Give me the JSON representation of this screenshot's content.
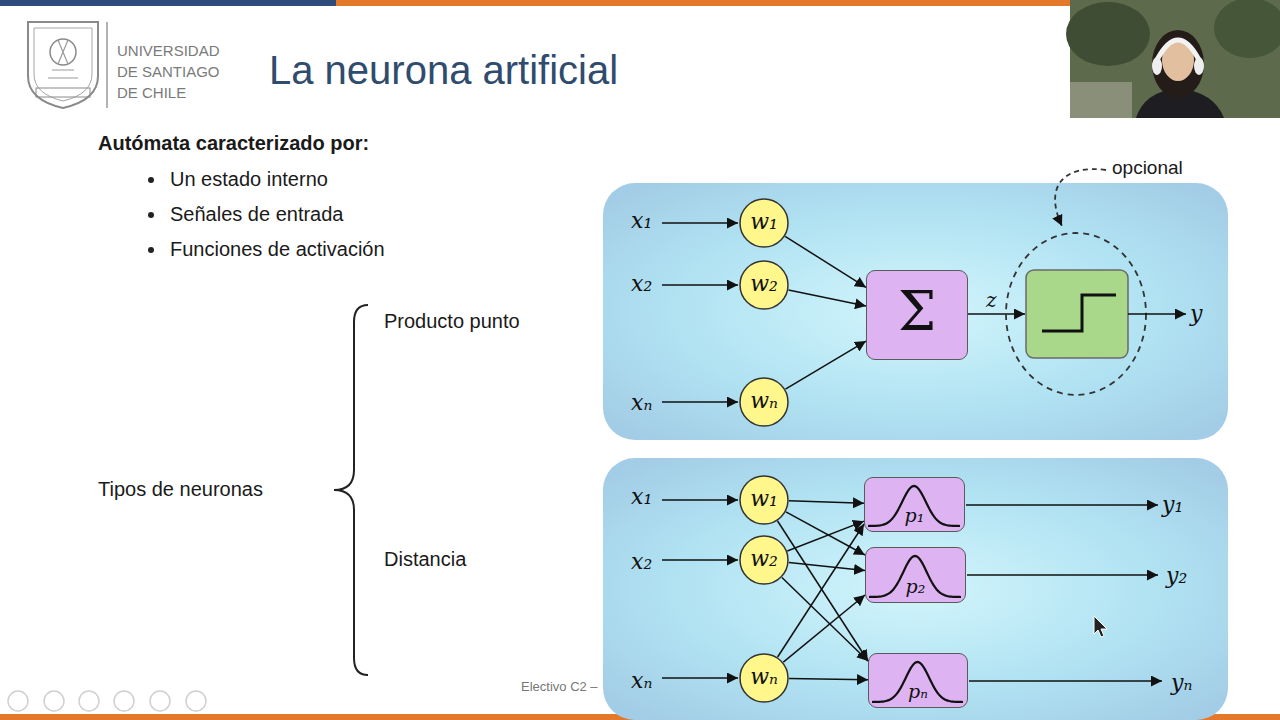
{
  "diagram": {
    "title": "La neurona artificial",
    "nodes": [
      {
        "text": [
          "w₁"
        ]
      },
      {
        "text": [
          "w₂"
        ]
      },
      {
        "text": [
          "wₙ"
        ]
      },
      {
        "text": [
          "Σ"
        ]
      },
      {
        "text": [
          "w₁"
        ]
      },
      {
        "text": [
          "w₂"
        ]
      },
      {
        "text": [
          "wₙ"
        ]
      },
      {
        "text": [
          "p₁"
        ]
      },
      {
        "text": [
          "p₂"
        ]
      },
      {
        "text": [
          "pₙ"
        ]
      }
    ],
    "edges": [
      {
        "from": 0,
        "to": 3,
        "arrow": "to"
      },
      {
        "from": 1,
        "to": 3,
        "arrow": "to"
      },
      {
        "from": 2,
        "to": 3,
        "arrow": "to"
      },
      {
        "from": 4,
        "to": 7,
        "arrow": "to"
      },
      {
        "from": 4,
        "to": 8,
        "arrow": "to"
      },
      {
        "from": 4,
        "to": 9,
        "arrow": "to"
      },
      {
        "from": 5,
        "to": 7,
        "arrow": "to"
      },
      {
        "from": 5,
        "to": 8,
        "arrow": "to"
      },
      {
        "from": 5,
        "to": 9,
        "arrow": "to"
      },
      {
        "from": 6,
        "to": 7,
        "arrow": "to"
      },
      {
        "from": 6,
        "to": 8,
        "arrow": "to"
      },
      {
        "from": 6,
        "to": 9,
        "arrow": "to"
      }
    ],
    "labels": [
      "UNIVERSIDAD DE SANTIAGO DE CHILE",
      "Autómata caracterizado por:",
      "Un estado interno",
      "Señales de entrada",
      "Funciones de activación",
      "Tipos de neuronas",
      "Producto punto",
      "Distancia",
      "opcional",
      "x₁",
      "x₂",
      "xₙ",
      "z",
      "y",
      "x₁",
      "x₂",
      "xₙ",
      "y₁",
      "y₂",
      "yₙ",
      "Electivo C2 –"
    ]
  }
}
